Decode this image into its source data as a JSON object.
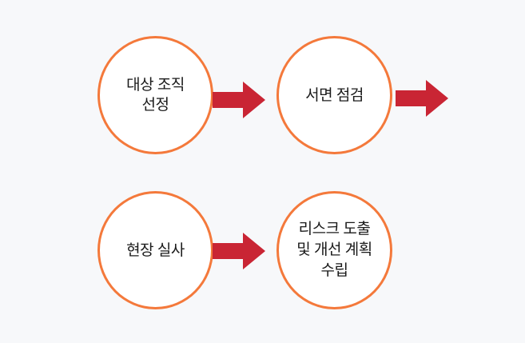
{
  "diagram": {
    "title": "process-flow",
    "colors": {
      "background": "#F7F8FA",
      "circle-border": "#F4793B",
      "circle-fill": "#FFFFFF",
      "arrow": "#C92534",
      "text": "#1A1A1A"
    },
    "steps": [
      {
        "label": "대상 조직 선정",
        "lines": [
          "대상 조직",
          "선정"
        ]
      },
      {
        "label": "서면 점검",
        "lines": [
          "서면 점검"
        ]
      },
      {
        "label": "현장 실사",
        "lines": [
          "현장 실사"
        ]
      },
      {
        "label": "리스크 도출 및 개선 계획 수립",
        "lines": [
          "리스크 도출",
          "및 개선 계획",
          "수립"
        ]
      }
    ],
    "arrows": [
      {
        "name": "step1-to-step2"
      },
      {
        "name": "step2-onward"
      },
      {
        "name": "step3-to-step4"
      }
    ]
  }
}
